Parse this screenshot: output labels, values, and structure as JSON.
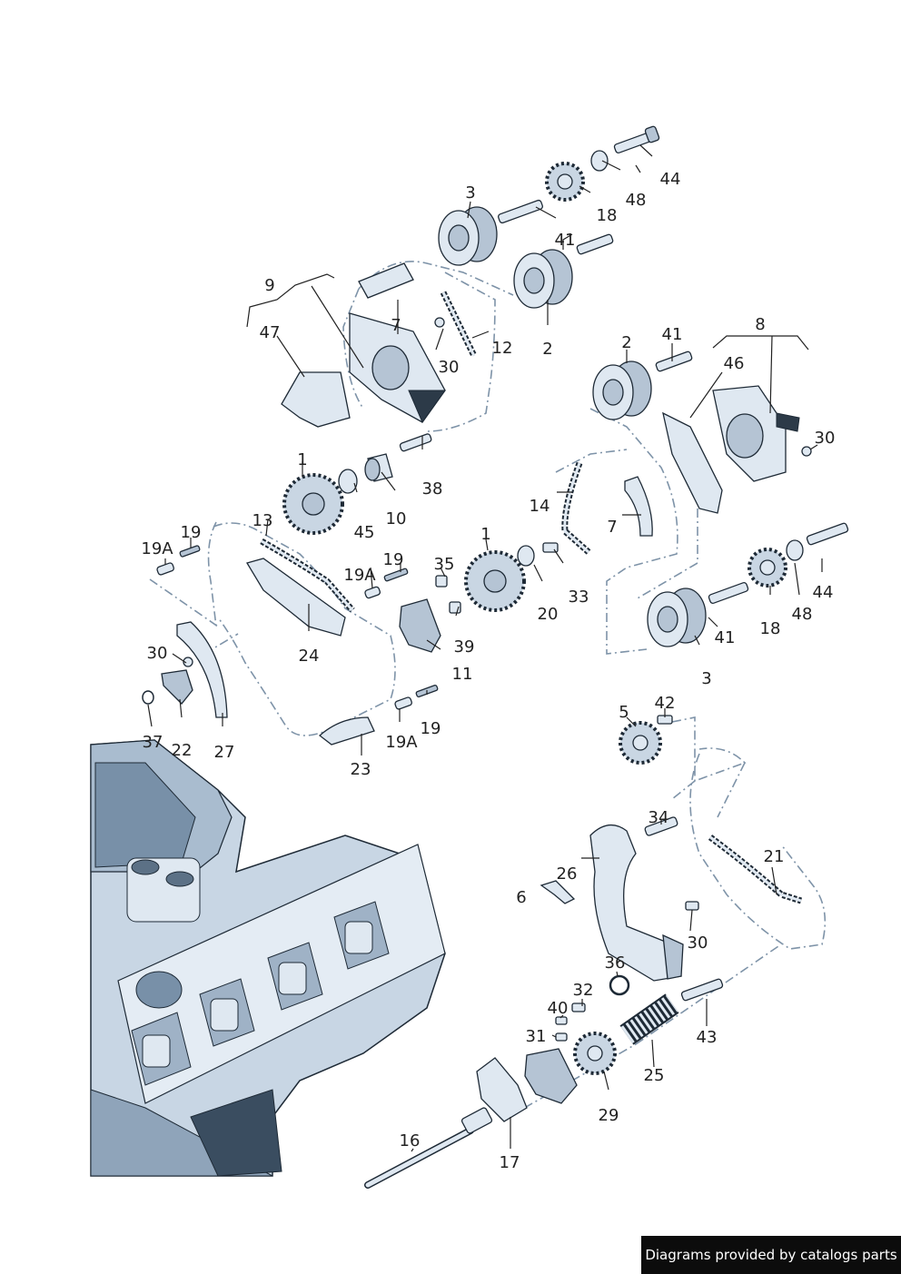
{
  "callouts": {
    "c1a": "1",
    "c1b": "1",
    "c2a": "2",
    "c2b": "2",
    "c3a": "3",
    "c3b": "3",
    "c5": "5",
    "c6": "6",
    "c7a": "7",
    "c7b": "7",
    "c8": "8",
    "c9": "9",
    "c10": "10",
    "c11": "11",
    "c12": "12",
    "c13": "13",
    "c14": "14",
    "c16": "16",
    "c17": "17",
    "c18a": "18",
    "c18b": "18",
    "c19a": "19",
    "c19b": "19",
    "c19c": "19",
    "c19Aa": "19A",
    "c19Ab": "19A",
    "c19Ac": "19A",
    "c20": "20",
    "c21": "21",
    "c22": "22",
    "c23": "23",
    "c24": "24",
    "c25": "25",
    "c26": "26",
    "c27": "27",
    "c29": "29",
    "c30a": "30",
    "c30b": "30",
    "c30c": "30",
    "c30d": "30",
    "c31": "31",
    "c32": "32",
    "c33": "33",
    "c34": "34",
    "c35": "35",
    "c36": "36",
    "c37": "37",
    "c38": "38",
    "c39": "39",
    "c40": "40",
    "c41a": "41",
    "c41b": "41",
    "c41c": "41",
    "c42": "42",
    "c43": "43",
    "c44a": "44",
    "c44b": "44",
    "c45": "45",
    "c46": "46",
    "c47": "47",
    "c48a": "48",
    "c48b": "48"
  },
  "credit": "Diagrams provided by catalogs parts"
}
